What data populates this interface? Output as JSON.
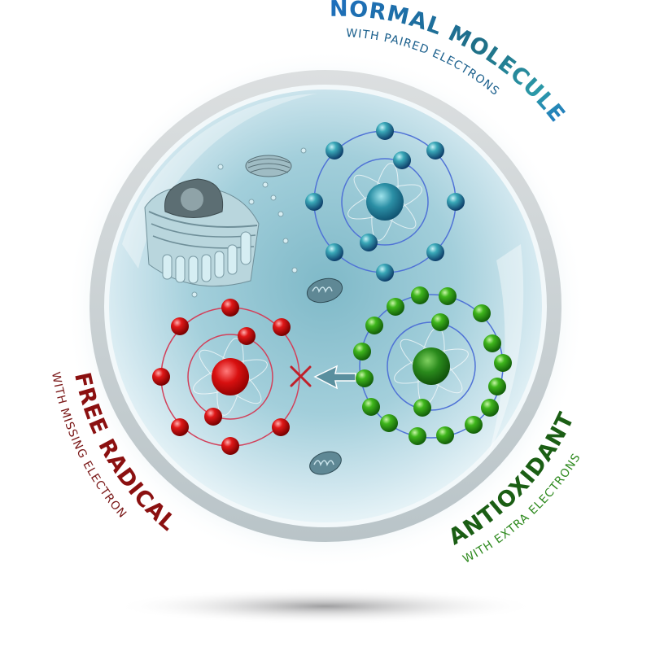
{
  "labels": {
    "normal": {
      "title": "NORMAL MOLECULE",
      "subtitle": "WITH PAIRED ELECTRONS"
    },
    "free_radical": {
      "title": "FREE RADICAL",
      "subtitle": "WITH MISSING ELECTRON"
    },
    "antioxidant": {
      "title": "ANTIOXIDANT",
      "subtitle": "WITH EXTRA ELECTRONS"
    }
  },
  "colors": {
    "normal_title": "#1f73b7",
    "normal_title_end": "#2a8fa6",
    "normal_sub": "#1a5f8c",
    "free_radical_title": "#8b1010",
    "free_radical_sub": "#7a1818",
    "antioxidant_title": "#1b5e14",
    "antioxidant_sub": "#2f8a1f",
    "ring": "#c9cdcf",
    "dish_fill": "#a9d2dd",
    "orbit_blue": "#4f72d6",
    "orbit_red": "#d2405a",
    "electron_blue": "#2a8fa0",
    "electron_red": "#d01010",
    "electron_green": "#3cae1c"
  },
  "atoms": {
    "normal": {
      "outer_electrons": 8,
      "inner_electrons": 2
    },
    "free_radical": {
      "outer_electrons": 7,
      "inner_electrons": 2,
      "missing_marker": "×"
    },
    "antioxidant": {
      "outer_electrons": 16,
      "inner_electrons": 2
    }
  },
  "icons": {
    "cell": "animal-cell-icon",
    "golgi": "golgi-apparatus-icon",
    "mitochondrion": "mitochondrion-icon",
    "arrow": "electron-transfer-arrow-icon",
    "missing": "missing-electron-x-icon"
  }
}
